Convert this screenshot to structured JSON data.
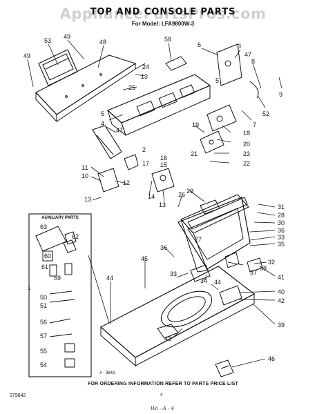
{
  "watermark": "AppliancePartsPros.com",
  "title": "TOP AND CONSOLE PARTS",
  "model": "For Model: LFA9800W-3",
  "aux_box_title": "AUXILIARY PARTS",
  "figure_code": "A - 9843",
  "footer": "FOR ORDERING INFORMATION REFER TO PARTS PRICE LIST",
  "doc_number": "379842",
  "page_number": "4",
  "handwritten_note": "Wa - A - 4",
  "callouts": [
    "49",
    "53",
    "48",
    "58",
    "6",
    "3",
    "47",
    "8",
    "9",
    "52",
    "7",
    "24",
    "13",
    "25",
    "5",
    "4",
    "47",
    "19",
    "18",
    "20",
    "23",
    "22",
    "2",
    "16",
    "15",
    "17",
    "21",
    "11",
    "10",
    "12",
    "13",
    "14",
    "13",
    "26",
    "29",
    "31",
    "28",
    "30",
    "36",
    "33",
    "35",
    "32",
    "38",
    "37",
    "41",
    "40",
    "42",
    "39",
    "27",
    "36",
    "45",
    "44",
    "33",
    "34",
    "44",
    "43",
    "46",
    "63",
    "62",
    "60",
    "61",
    "59",
    "50",
    "51",
    "56",
    "57",
    "55",
    "54",
    "49",
    "5",
    "1"
  ]
}
